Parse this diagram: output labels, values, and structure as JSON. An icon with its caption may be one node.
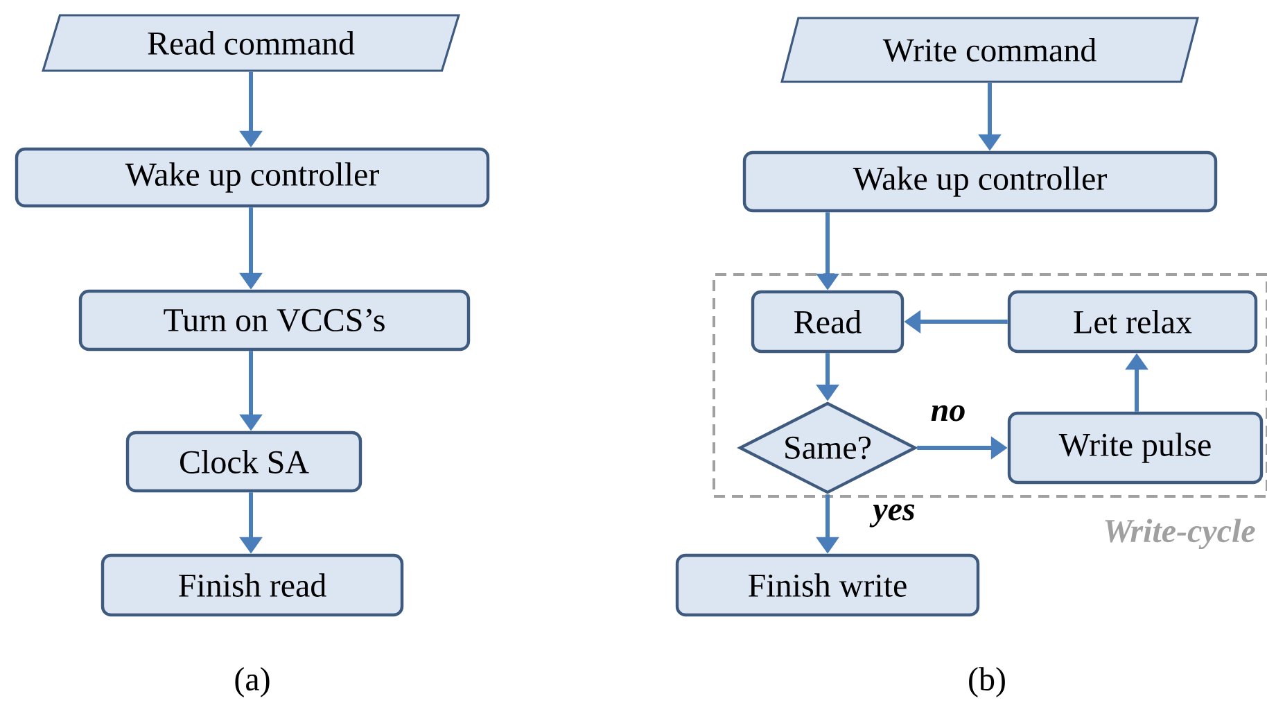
{
  "diagram": {
    "nodes": [
      {
        "text": [
          "Read command"
        ]
      },
      {
        "text": [
          "Wake up controller"
        ]
      },
      {
        "text": [
          "Turn on VCCS’s"
        ]
      },
      {
        "text": [
          "Clock SA"
        ]
      },
      {
        "text": [
          "Finish read"
        ]
      },
      {
        "text": [
          "Write command"
        ]
      },
      {
        "text": [
          "Wake up controller"
        ]
      },
      {
        "text": [
          "Write-cycle"
        ]
      },
      {
        "text": [
          "Read"
        ],
        "in": 7
      },
      {
        "text": [
          "Let relax"
        ],
        "in": 7
      },
      {
        "text": [
          "Same?"
        ],
        "in": 7
      },
      {
        "text": [
          "Write pulse"
        ],
        "in": 7
      },
      {
        "text": [
          "Finish write"
        ]
      }
    ],
    "edges": [
      {
        "from": 0,
        "to": 1,
        "arrow": "to"
      },
      {
        "from": 1,
        "to": 2,
        "arrow": "to"
      },
      {
        "from": 2,
        "to": 3,
        "arrow": "to"
      },
      {
        "from": 3,
        "to": 4,
        "arrow": "to"
      },
      {
        "from": 5,
        "to": 6,
        "arrow": "to"
      },
      {
        "from": 6,
        "to": 8,
        "arrow": "to"
      },
      {
        "from": 8,
        "to": 10,
        "arrow": "to"
      },
      {
        "from": 10,
        "to": 11,
        "arrow": "to",
        "label": "no"
      },
      {
        "from": 11,
        "to": 9,
        "arrow": "to"
      },
      {
        "from": 9,
        "to": 8,
        "arrow": "to"
      },
      {
        "from": 10,
        "to": 12,
        "arrow": "to",
        "label": "yes"
      }
    ],
    "labels": [
      "(a)",
      "(b)"
    ]
  }
}
